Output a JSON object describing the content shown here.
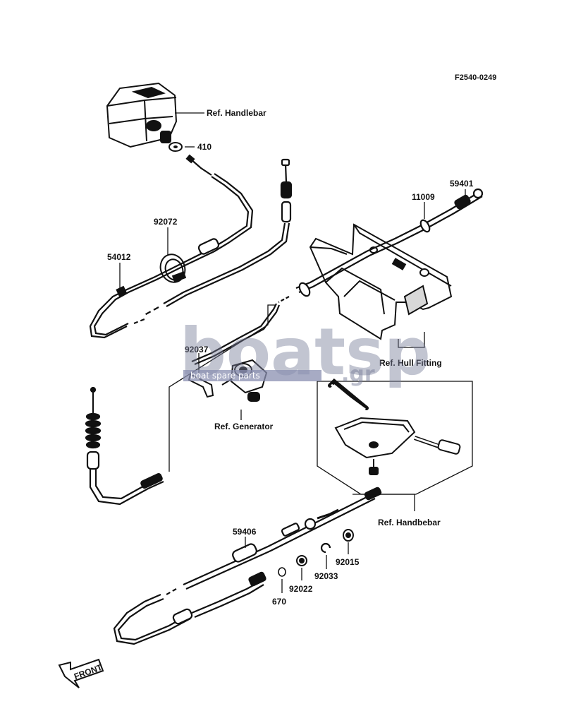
{
  "diagram_code": "F2540-0249",
  "watermark": {
    "brand": "boatsp",
    "domain_suffix": ".gr",
    "tagline": "boat spare parts"
  },
  "front_label": "FRONT",
  "references": {
    "handlebar_top": "Ref. Handlebar",
    "hull_fitting": "Ref. Hull Fitting",
    "generator": "Ref. Generator",
    "handlebar_bottom": "Ref. Handbebar"
  },
  "parts": {
    "p410": "410",
    "p92072": "92072",
    "p54012": "54012",
    "p59401": "59401",
    "p11009": "11009",
    "p92037": "92037",
    "p59406": "59406",
    "p92015": "92015",
    "p92033": "92033",
    "p92022": "92022",
    "p670": "670"
  }
}
